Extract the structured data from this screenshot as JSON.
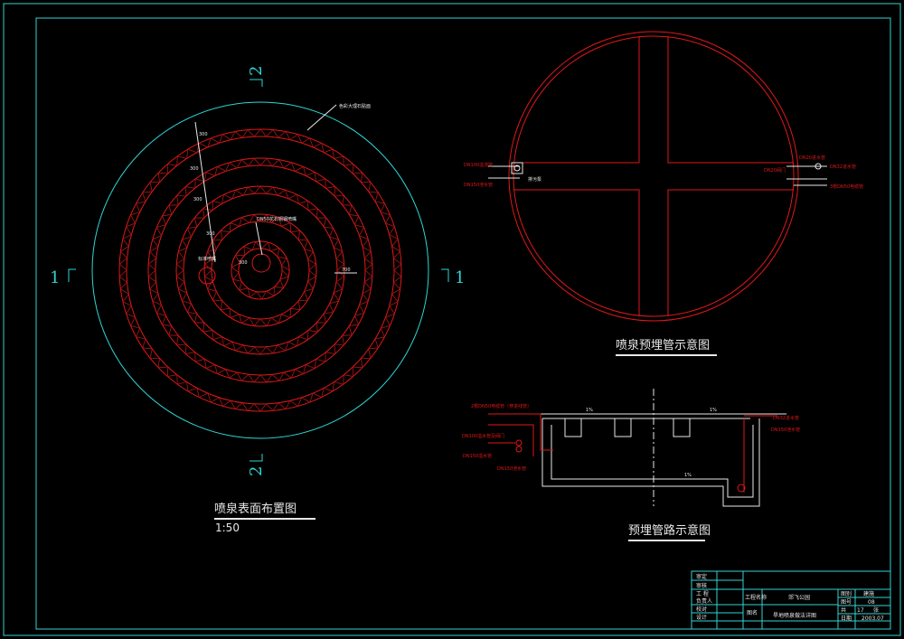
{
  "section_mark_1": "1",
  "section_mark_2": "2",
  "plan": {
    "title": "喷泉表面布置图",
    "scale": "1:50",
    "label_ring": "色彩大理石贴面",
    "label_center": "DN50花石铜钢喷嘴",
    "label_left": "标准喷嘴",
    "dim_right": "700",
    "dim_ring_1": "300",
    "dim_ring_2": "300",
    "dim_ring_3": "300",
    "dim_ring_4": "300",
    "dim_ring_5": "300"
  },
  "pipe_plan": {
    "title": "喷泉预埋管示意图",
    "label_left_1": "DN100溢流管",
    "label_left_2": "DN150泄水管",
    "label_left_valve": "排污泵",
    "label_right_1": "DN20进水管",
    "label_right_2": "DN32进水管",
    "label_right_3": "DN20阀门",
    "label_right_4": "3根DN50电缆管"
  },
  "section": {
    "title": "预埋管路示意图",
    "label_1": "2根DN50电缆管（穿进线管）",
    "label_2": "DN32进水管",
    "label_3": "DN150溢水管",
    "label_4": "DN100溢水管及阀门",
    "label_5": "DN150泄水管",
    "slope_1": "1%",
    "slope_2": "1%",
    "slope_3": "1%"
  },
  "title_block": {
    "row_1": "审定",
    "row_2": "审核",
    "row_3": "工  程\n负责人",
    "row_3a": "工  程",
    "row_3b": "负责人",
    "row_4": "校对",
    "row_5": "设计",
    "project_label": "工程名称",
    "project_name": "郊飞公园",
    "drawing_label": "图名",
    "drawing_name": "旱地喷泉做法详图",
    "category_label": "图别",
    "category_value": "建施",
    "number_label": "图号",
    "number_value": "08",
    "total_label": "共",
    "total_value": "17",
    "total_unit": "张",
    "date_label": "日期",
    "date_value": "2003.07"
  }
}
